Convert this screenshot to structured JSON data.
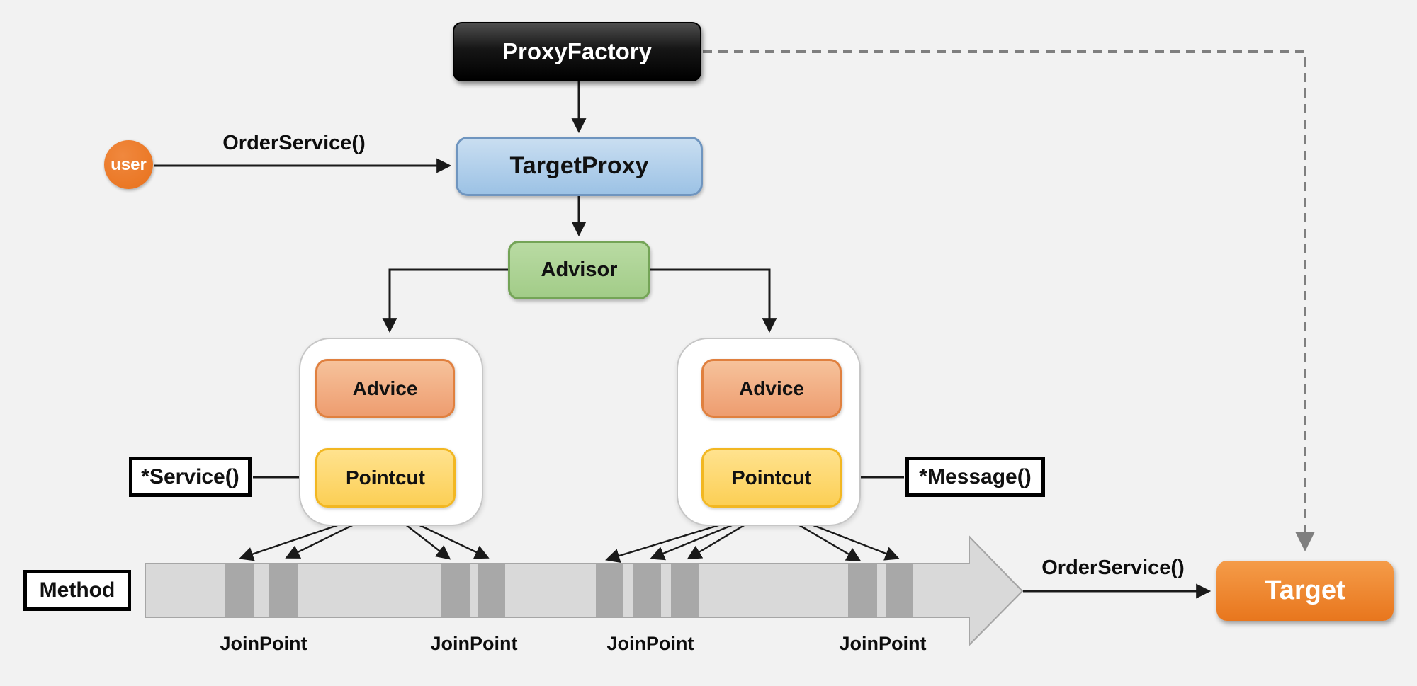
{
  "nodes": {
    "proxy_factory": {
      "label": "ProxyFactory"
    },
    "target_proxy": {
      "label": "TargetProxy"
    },
    "advisor": {
      "label": "Advisor"
    },
    "aspect_left": {
      "advice": "Advice",
      "pointcut": "Pointcut"
    },
    "aspect_right": {
      "advice": "Advice",
      "pointcut": "Pointcut"
    },
    "user": {
      "label": "user"
    },
    "method": {
      "label": "Method"
    },
    "target": {
      "label": "Target"
    }
  },
  "annotations": {
    "order_service_user_call": "OrderService()",
    "order_service_target_call": "OrderService()",
    "service_pointcut_expr": "*Service()",
    "message_pointcut_expr": "*Message()",
    "joinpoints": [
      "JoinPoint",
      "JoinPoint",
      "JoinPoint",
      "JoinPoint"
    ]
  },
  "joinpoint_cluster_bar_counts": [
    2,
    2,
    3,
    2
  ],
  "colors": {
    "background": "#f2f2f2",
    "proxy_factory": "#000000",
    "target_proxy": "#9cc2e5",
    "advisor": "#a2cc88",
    "advice": "#ee9d70",
    "pointcut": "#fccf55",
    "user": "#ed7d31",
    "target": "#ed7d31",
    "method_arrow": "#d9d9d9",
    "joinpoint_bar": "#a8a8a8",
    "dashed_line": "#7f7f7f",
    "connector": "#1a1a1a"
  }
}
